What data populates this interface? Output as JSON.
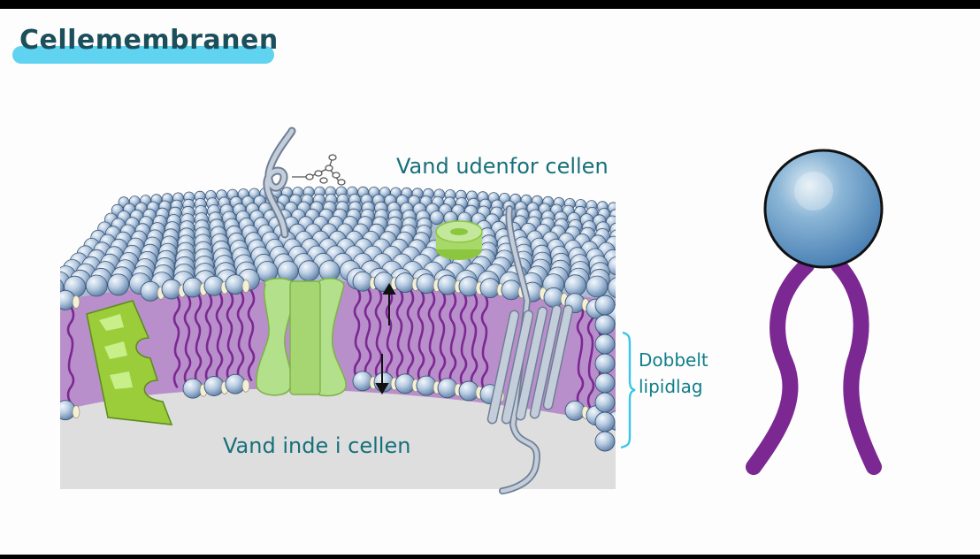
{
  "slide": {
    "title": "Cellemembranen"
  },
  "labels": {
    "outside": "Vand udenfor cellen",
    "inside": "Vand inde i cellen",
    "bilayer_line1": "Dobbelt",
    "bilayer_line2": "lipidlag"
  },
  "colors": {
    "title_highlight": "#5fd3ef",
    "title_text": "#1b4f5c",
    "label_text": "#17707a",
    "membrane_core": "#b98fcb",
    "lipid_tail": "#7b2892",
    "lipid_head": "#5b8fc4",
    "protein_green": "#b3e08a",
    "protein_dark_green": "#8cc63f",
    "glyco_chain": "#9aa6b8",
    "cell_interior": "#dedede",
    "bracket": "#39c6e6"
  },
  "icons": {
    "receptor": "transmembrane-receptor-icon",
    "channel": "channel-protein-icon",
    "surface_protein": "peripheral-protein-icon",
    "glycoprotein": "glycoprotein-icon",
    "phospholipid": "phospholipid-icon"
  }
}
